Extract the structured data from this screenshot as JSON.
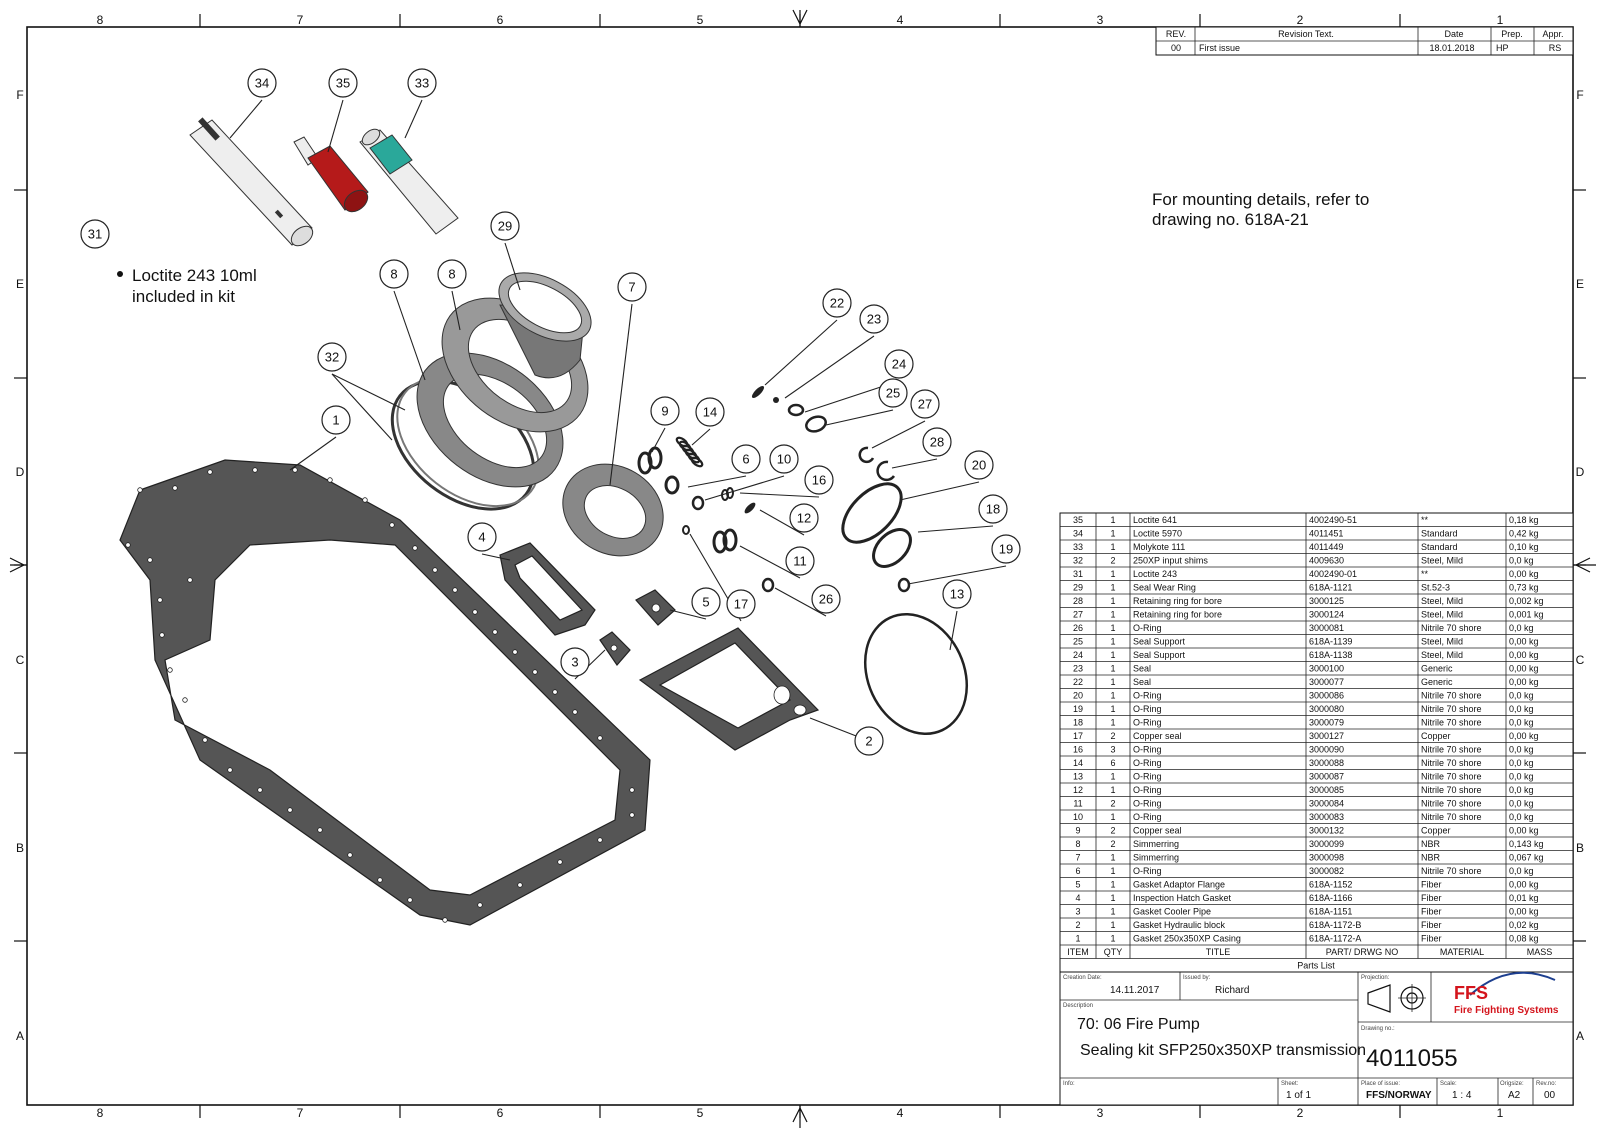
{
  "frame": {
    "col_labels": [
      "8",
      "7",
      "6",
      "5",
      "4",
      "3",
      "2",
      "1"
    ],
    "row_labels": [
      "F",
      "E",
      "D",
      "C",
      "B",
      "A"
    ]
  },
  "revision": {
    "headers": [
      "REV.",
      "Revision Text.",
      "Date",
      "Prep.",
      "Appr."
    ],
    "row": [
      "00",
      "First issue",
      "18.01.2018",
      "HP",
      "RS"
    ]
  },
  "notes": {
    "mounting_line1": "For mounting details, refer to",
    "mounting_line2": "drawing no. 618A-21",
    "loctite_line1": "Loctite 243 10ml",
    "loctite_line2": "included in kit"
  },
  "balloons": [
    "34",
    "35",
    "33",
    "31",
    "29",
    "8",
    "8",
    "7",
    "32",
    "1",
    "22",
    "23",
    "24",
    "25",
    "27",
    "28",
    "20",
    "9",
    "14",
    "6",
    "10",
    "16",
    "12",
    "18",
    "19",
    "11",
    "4",
    "17",
    "5",
    "26",
    "13",
    "3",
    "2"
  ],
  "parts_list": {
    "title": "Parts List",
    "headers": [
      "ITEM",
      "QTY",
      "TITLE",
      "PART/ DRWG NO",
      "MATERIAL",
      "MASS"
    ],
    "rows": [
      [
        "35",
        "1",
        "Loctite 641",
        "4002490-51",
        "**",
        "0,18 kg"
      ],
      [
        "34",
        "1",
        "Loctite 5970",
        "4011451",
        "Standard",
        "0,42 kg"
      ],
      [
        "33",
        "1",
        "Molykote 111",
        "4011449",
        "Standard",
        "0,10 kg"
      ],
      [
        "32",
        "2",
        "250XP input shims",
        "4009630",
        "Steel, Mild",
        "0,0 kg"
      ],
      [
        "31",
        "1",
        "Loctite 243",
        "4002490-01",
        "**",
        "0,00 kg"
      ],
      [
        "29",
        "1",
        "Seal Wear Ring",
        "618A-1121",
        "St.52-3",
        "0,73 kg"
      ],
      [
        "28",
        "1",
        "Retaining ring for bore",
        "3000125",
        "Steel, Mild",
        "0,002 kg"
      ],
      [
        "27",
        "1",
        "Retaining ring for bore",
        "3000124",
        "Steel, Mild",
        "0,001 kg"
      ],
      [
        "26",
        "1",
        "O-Ring",
        "3000081",
        "Nitrile 70 shore",
        "0,0 kg"
      ],
      [
        "25",
        "1",
        "Seal Support",
        "618A-1139",
        "Steel, Mild",
        "0,00 kg"
      ],
      [
        "24",
        "1",
        "Seal Support",
        "618A-1138",
        "Steel, Mild",
        "0,00 kg"
      ],
      [
        "23",
        "1",
        "Seal",
        "3000100",
        "Generic",
        "0,00 kg"
      ],
      [
        "22",
        "1",
        "Seal",
        "3000077",
        "Generic",
        "0,00 kg"
      ],
      [
        "20",
        "1",
        "O-Ring",
        "3000086",
        "Nitrile 70 shore",
        "0,0 kg"
      ],
      [
        "19",
        "1",
        "O-Ring",
        "3000080",
        "Nitrile 70 shore",
        "0,0 kg"
      ],
      [
        "18",
        "1",
        "O-Ring",
        "3000079",
        "Nitrile 70 shore",
        "0,0 kg"
      ],
      [
        "17",
        "2",
        "Copper seal",
        "3000127",
        "Copper",
        "0,00 kg"
      ],
      [
        "16",
        "3",
        "O-Ring",
        "3000090",
        "Nitrile 70 shore",
        "0,0 kg"
      ],
      [
        "14",
        "6",
        "O-Ring",
        "3000088",
        "Nitrile 70 shore",
        "0,0 kg"
      ],
      [
        "13",
        "1",
        "O-Ring",
        "3000087",
        "Nitrile 70 shore",
        "0,0 kg"
      ],
      [
        "12",
        "1",
        "O-Ring",
        "3000085",
        "Nitrile 70 shore",
        "0,0 kg"
      ],
      [
        "11",
        "2",
        "O-Ring",
        "3000084",
        "Nitrile 70 shore",
        "0,0 kg"
      ],
      [
        "10",
        "1",
        "O-Ring",
        "3000083",
        "Nitrile 70 shore",
        "0,0 kg"
      ],
      [
        "9",
        "2",
        "Copper seal",
        "3000132",
        "Copper",
        "0,00 kg"
      ],
      [
        "8",
        "2",
        "Simmerring",
        "3000099",
        "NBR",
        "0,143 kg"
      ],
      [
        "7",
        "1",
        "Simmerring",
        "3000098",
        "NBR",
        "0,067 kg"
      ],
      [
        "6",
        "1",
        "O-Ring",
        "3000082",
        "Nitrile 70 shore",
        "0,0 kg"
      ],
      [
        "5",
        "1",
        "Gasket Adaptor Flange",
        "618A-1152",
        "Fiber",
        "0,00 kg"
      ],
      [
        "4",
        "1",
        "Inspection Hatch Gasket",
        "618A-1166",
        "Fiber",
        "0,01 kg"
      ],
      [
        "3",
        "1",
        "Gasket Cooler Pipe",
        "618A-1151",
        "Fiber",
        "0,00 kg"
      ],
      [
        "2",
        "1",
        "Gasket Hydraulic block",
        "618A-1172-B",
        "Fiber",
        "0,02 kg"
      ],
      [
        "1",
        "1",
        "Gasket 250x350XP Casing",
        "618A-1172-A",
        "Fiber",
        "0,08 kg"
      ]
    ]
  },
  "title_block": {
    "creation_label": "Creation Date:",
    "creation_value": "14.11.2017",
    "issued_label": "Issued by:",
    "issued_value": "Richard",
    "projection_label": "Projection:",
    "description_label": "Description",
    "description_line1": "70: 06 Fire Pump",
    "description_line2": "Sealing kit SFP250x350XP transmission",
    "drawing_no_label": "Drawing no.:",
    "drawing_no": "4011055",
    "info_label": "Info:",
    "sheet_label": "Sheet:",
    "sheet_value": "1  of  1",
    "place_label": "Place of issue:",
    "place_value": "FFS/NORWAY",
    "scale_label": "Scale:",
    "scale_value": "1 : 4",
    "orig_label": "Origsize:",
    "orig_value": "A2",
    "revno_label": "Rev.no:",
    "revno_value": "00",
    "logo_big": "FFS",
    "logo_small": "Fire Fighting Systems"
  },
  "colors": {
    "gasket": "#555555",
    "loctite641": "#b51a1a",
    "molykote": "#2aa89a",
    "logo_red": "#d4141c",
    "logo_blue": "#1d3f8f"
  }
}
